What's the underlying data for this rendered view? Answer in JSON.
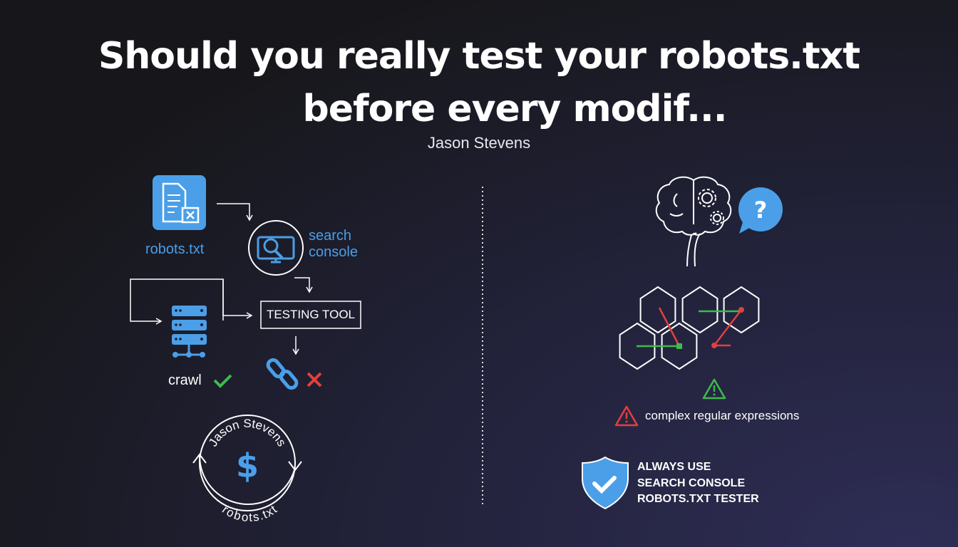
{
  "title_line1": "Should you really test your robots.txt",
  "title_line2": "before every modif...",
  "author": "Jason Stevens",
  "left": {
    "robots_label": "robots.txt",
    "search_console_line1": "search",
    "search_console_line2": "console",
    "testing_tool": "TESTING TOOL",
    "crawl_label": "crawl",
    "cycle_top_text": "Jason Stevens",
    "cycle_bottom_text": "robots.txt",
    "cycle_symbol": "$"
  },
  "right": {
    "question_mark": "?",
    "warning_text": "complex regular expressions",
    "advice_line1": "ALWAYS USE",
    "advice_line2": "SEARCH CONSOLE",
    "advice_line3": "ROBOTS.TXT TESTER"
  },
  "colors": {
    "accent": "#4a9fe8",
    "success": "#3dbb4c",
    "error": "#e04040"
  }
}
